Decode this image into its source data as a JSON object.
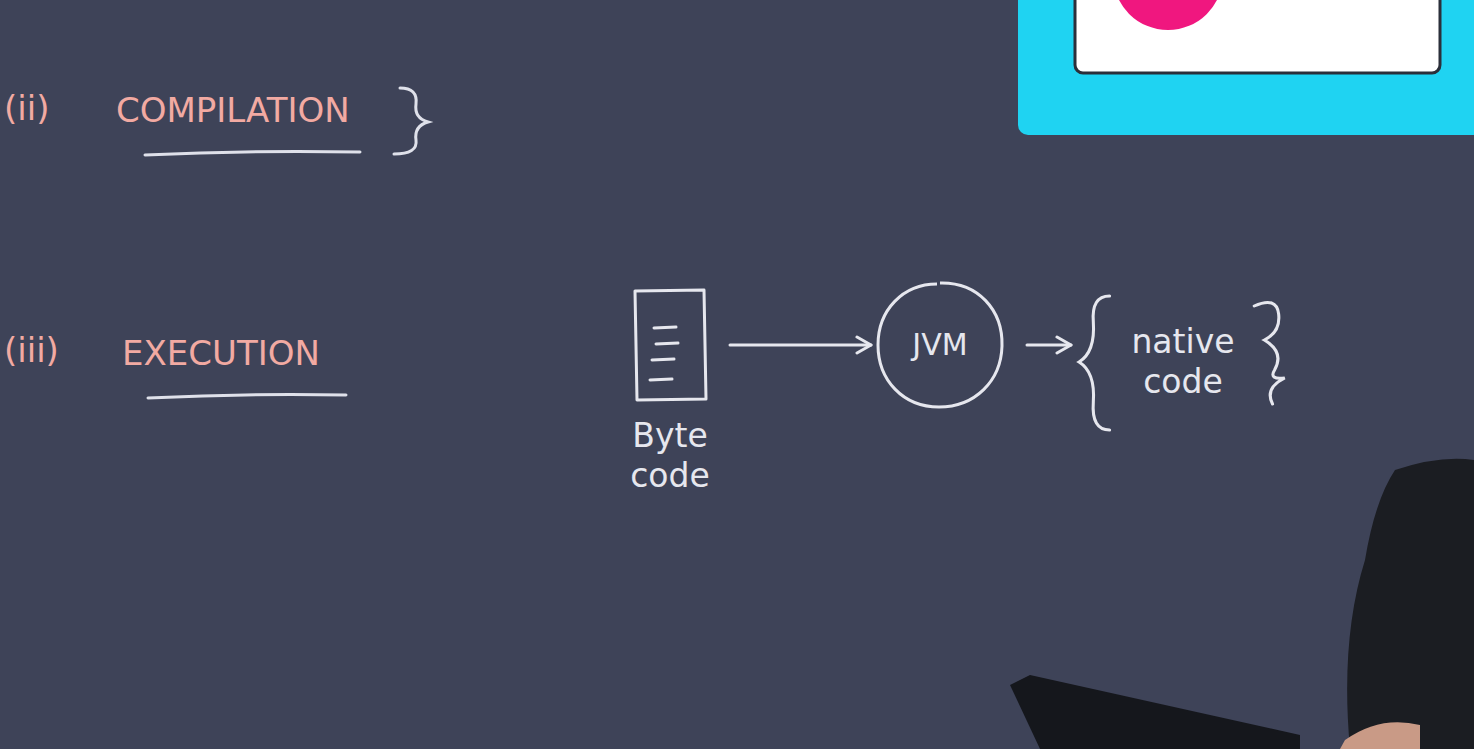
{
  "diagram": {
    "nodes": [
      {
        "text": [
          "Byte code"
        ]
      },
      {
        "text": [
          "JVM"
        ]
      },
      {
        "text": [
          "native code"
        ]
      }
    ],
    "edges": [
      {
        "from": 0,
        "to": 1,
        "arrow": "to"
      },
      {
        "from": 1,
        "to": 2,
        "arrow": "to"
      }
    ],
    "labels": [
      "(ii)",
      "COMPILATION",
      "(iii)",
      "EXECUTION"
    ]
  }
}
